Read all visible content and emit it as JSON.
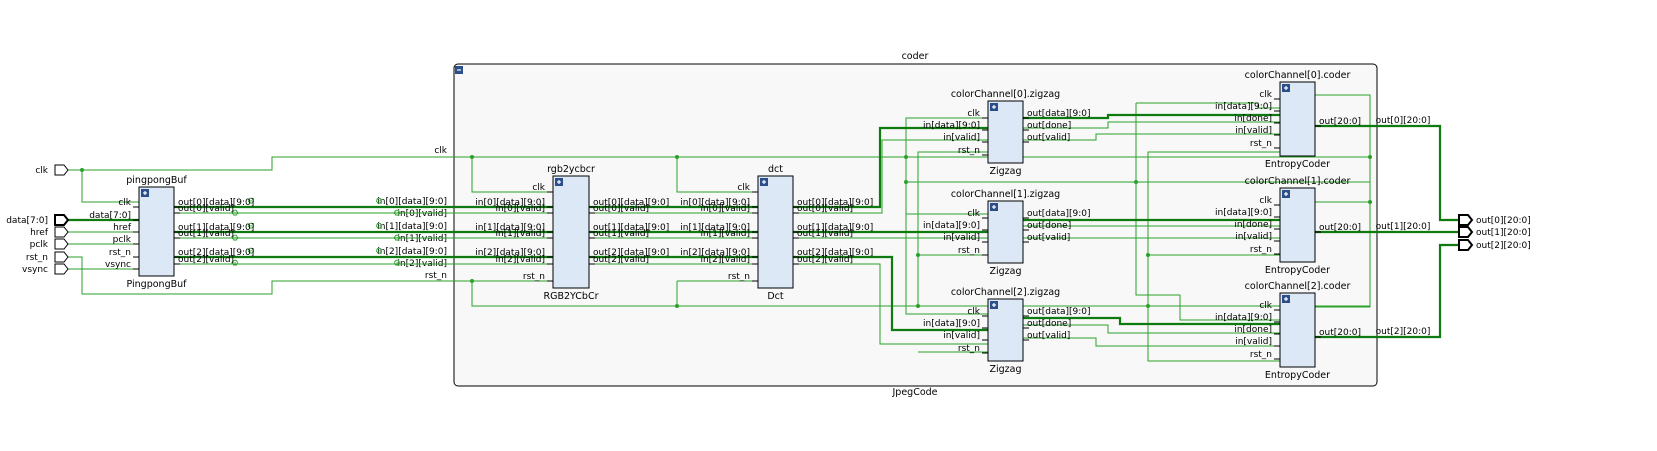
{
  "top_ports": {
    "inputs": [
      "clk",
      "data[7:0]",
      "href",
      "pclk",
      "rst_n",
      "vsync"
    ],
    "outputs": [
      "out[0][20:0]",
      "out[1][20:0]",
      "out[2][20:0]"
    ]
  },
  "pingpong": {
    "instance": "pingpongBuf",
    "module": "PingpongBuf",
    "inputs": [
      "clk",
      "data[7:0]",
      "href",
      "pclk",
      "rst_n",
      "vsync"
    ],
    "outputs": [
      "out[0][data][9:0]",
      "out[0][valid]",
      "out[1][data][9:0]",
      "out[1][valid]",
      "out[2][data][9:0]",
      "out[2][valid]"
    ]
  },
  "coder": {
    "instance": "coder",
    "module": "JpegCode",
    "boundary_inputs": [
      "clk",
      "in[0][data][9:0]",
      "in[0][valid]",
      "in[1][data][9:0]",
      "in[1][valid]",
      "in[2][data][9:0]",
      "in[2][valid]",
      "rst_n"
    ],
    "output_nets": [
      "out[0][20:0]",
      "out[1][20:0]",
      "out[2][20:0]"
    ]
  },
  "rgb": {
    "instance": "rgb2ycbcr",
    "module": "RGB2YCbCr",
    "inputs": [
      "clk",
      "in[0][data][9:0]",
      "in[0][valid]",
      "in[1][data][9:0]",
      "in[1][valid]",
      "in[2][data][9:0]",
      "in[2][valid]",
      "rst_n"
    ],
    "outputs": [
      "out[0][data][9:0]",
      "out[0][valid]",
      "out[1][data][9:0]",
      "out[1][valid]",
      "out[2][data][9:0]",
      "out[2][valid]"
    ]
  },
  "dct": {
    "instance": "dct",
    "module": "Dct",
    "inputs": [
      "clk",
      "in[0][data][9:0]",
      "in[0][valid]",
      "in[1][data][9:0]",
      "in[1][valid]",
      "in[2][data][9:0]",
      "in[2][valid]",
      "rst_n"
    ],
    "outputs": [
      "out[0][data][9:0]",
      "out[0][valid]",
      "out[1][data][9:0]",
      "out[1][valid]",
      "out[2][data][9:0]",
      "out[2][valid]"
    ]
  },
  "zigzags": [
    {
      "instance": "colorChannel[0].zigzag",
      "module": "Zigzag",
      "inputs": [
        "clk",
        "in[data][9:0]",
        "in[valid]",
        "rst_n"
      ],
      "outputs": [
        "out[data][9:0]",
        "out[done]",
        "out[valid]"
      ]
    },
    {
      "instance": "colorChannel[1].zigzag",
      "module": "Zigzag",
      "inputs": [
        "clk",
        "in[data][9:0]",
        "in[valid]",
        "rst_n"
      ],
      "outputs": [
        "out[data][9:0]",
        "out[done]",
        "out[valid]"
      ]
    },
    {
      "instance": "colorChannel[2].zigzag",
      "module": "Zigzag",
      "inputs": [
        "clk",
        "in[data][9:0]",
        "in[valid]",
        "rst_n"
      ],
      "outputs": [
        "out[data][9:0]",
        "out[done]",
        "out[valid]"
      ]
    }
  ],
  "coders": [
    {
      "instance": "colorChannel[0].coder",
      "module": "EntropyCoder",
      "inputs": [
        "clk",
        "in[data][9:0]",
        "in[done]",
        "in[valid]",
        "rst_n"
      ],
      "outputs": [
        "out[20:0]"
      ]
    },
    {
      "instance": "colorChannel[1].coder",
      "module": "EntropyCoder",
      "inputs": [
        "clk",
        "in[data][9:0]",
        "in[done]",
        "in[valid]",
        "rst_n"
      ],
      "outputs": [
        "out[20:0]"
      ]
    },
    {
      "instance": "colorChannel[2].coder",
      "module": "EntropyCoder",
      "inputs": [
        "clk",
        "in[data][9:0]",
        "in[done]",
        "in[valid]",
        "rst_n"
      ],
      "outputs": [
        "out[20:0]"
      ]
    }
  ],
  "colors": {
    "wire": "#2aa02a",
    "bus": "#0f7a0f",
    "block_fill": "#dde8f6",
    "group_fill": "#f8f8f8",
    "toggle": "#2b4f8a"
  },
  "icons": {
    "expand": "plus-square-icon",
    "collapse": "minus-square-icon",
    "input_port": "input-port-icon",
    "output_port": "output-port-icon"
  }
}
